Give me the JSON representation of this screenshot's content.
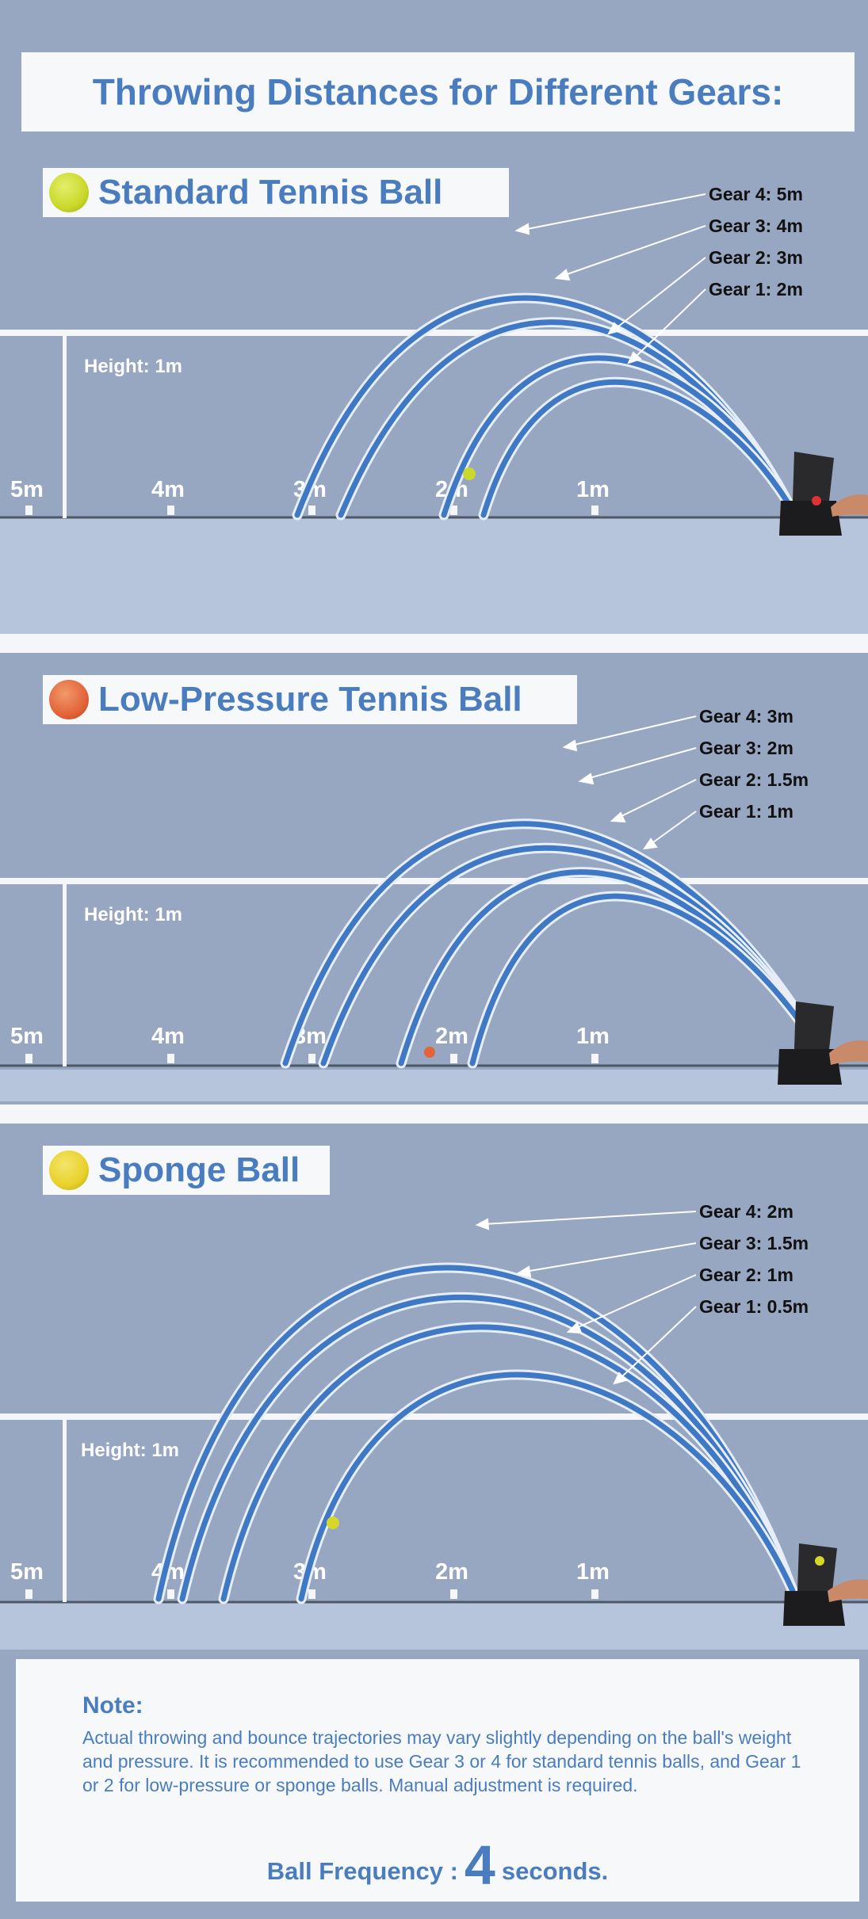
{
  "title": "Throwing Distances for Different Gears:",
  "panels": [
    {
      "name": "Standard Tennis Ball",
      "ball_color": "#c9d82a",
      "height_label": "Height: 1m",
      "distance_labels": [
        "5m",
        "4m",
        "3m",
        "2m",
        "1m"
      ],
      "gears": [
        {
          "label": "Gear 4: 5m"
        },
        {
          "label": "Gear 3: 4m"
        },
        {
          "label": "Gear 2: 3m"
        },
        {
          "label": "Gear 1: 2m"
        }
      ]
    },
    {
      "name": "Low-Pressure Tennis Ball",
      "ball_color": "#e3643a",
      "height_label": "Height: 1m",
      "distance_labels": [
        "5m",
        "4m",
        "3m",
        "2m",
        "1m"
      ],
      "gears": [
        {
          "label": "Gear 4: 3m"
        },
        {
          "label": "Gear 3: 2m"
        },
        {
          "label": "Gear 2: 1.5m"
        },
        {
          "label": "Gear 1: 1m"
        }
      ]
    },
    {
      "name": "Sponge Ball",
      "ball_color": "#e8d22a",
      "height_label": "Height: 1m",
      "distance_labels": [
        "5m",
        "4m",
        "3m",
        "2m",
        "1m"
      ],
      "gears": [
        {
          "label": "Gear 4: 2m"
        },
        {
          "label": "Gear 3: 1.5m"
        },
        {
          "label": "Gear 2: 1m"
        },
        {
          "label": "Gear 1: 0.5m"
        }
      ]
    }
  ],
  "note": {
    "heading": "Note:",
    "body": "Actual throwing and bounce trajectories may vary slightly depending on the ball's weight and pressure. It is recommended to use Gear 3 or 4 for standard tennis balls, and Gear 1 or 2 for low-pressure or sponge balls. Manual adjustment is required."
  },
  "frequency": {
    "prefix": "Ball Frequency :",
    "value": "4",
    "suffix": "seconds."
  },
  "colors": {
    "background": "#97a6c1",
    "court": "#b6c4dc",
    "trajectory": "#3f78c4",
    "accent": "#4a7cc0",
    "lines": "#f4f6f9"
  }
}
